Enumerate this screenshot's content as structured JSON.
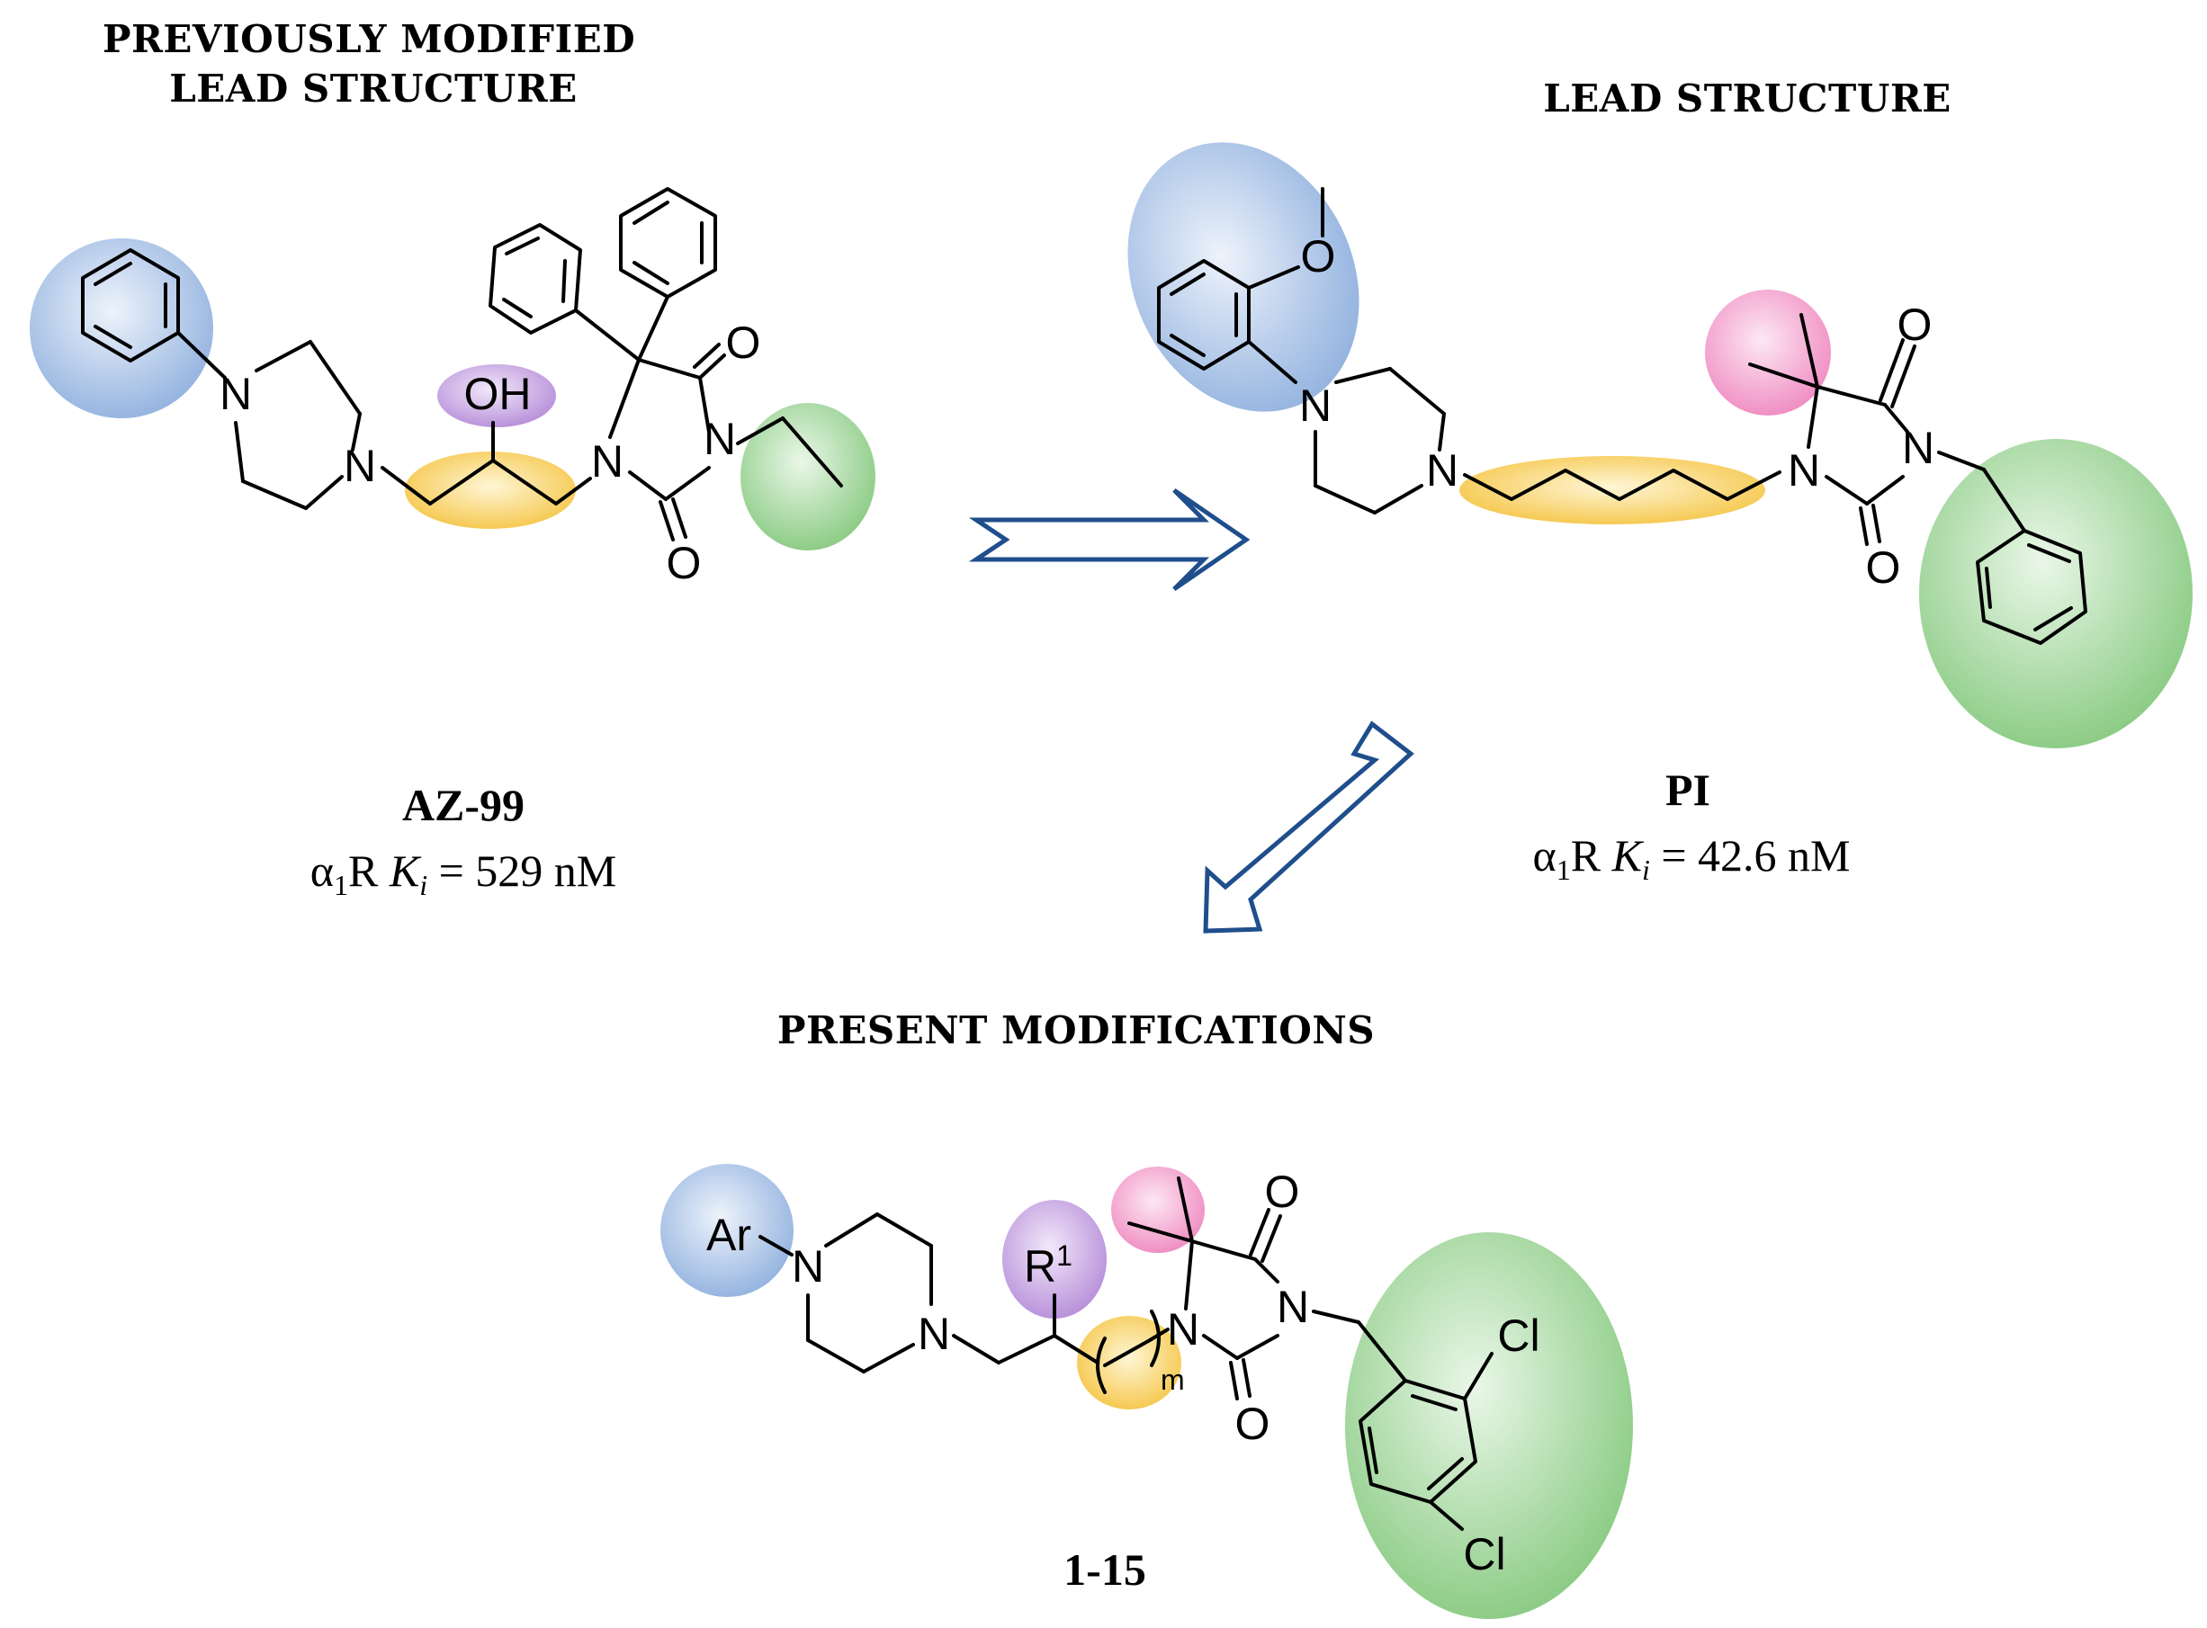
{
  "headings": {
    "previous_line1": "PREVIOUSLY MODIFIED",
    "previous_line2": "LEAD STRUCTURE",
    "lead": "LEAD STRUCTURE",
    "present": "PRESENT MODIFICATIONS"
  },
  "compounds": {
    "az99": {
      "name": "AZ-99",
      "alpha": "α",
      "alpha_sub": "1",
      "receptor": "R",
      "k": "K",
      "k_sub": "i",
      "value": " = 529 nM"
    },
    "pi": {
      "name": "PI",
      "alpha": "α",
      "alpha_sub": "1",
      "receptor": "R",
      "k": "K",
      "k_sub": "i",
      "value": " = 42.6 nM"
    },
    "series": {
      "name": "1-15"
    }
  },
  "atoms": {
    "N": "N",
    "O": "O",
    "OH": "OH",
    "Ar": "Ar",
    "R": "R",
    "R_sup": "1",
    "m": "m",
    "Cl": "Cl"
  },
  "colors": {
    "blue": "#a9c3e6",
    "purple": "#c7a5e0",
    "yellow": "#f7cf5a",
    "green": "#9fd49a",
    "pink": "#f5a3cf",
    "arrow": "#1f4e8c"
  }
}
